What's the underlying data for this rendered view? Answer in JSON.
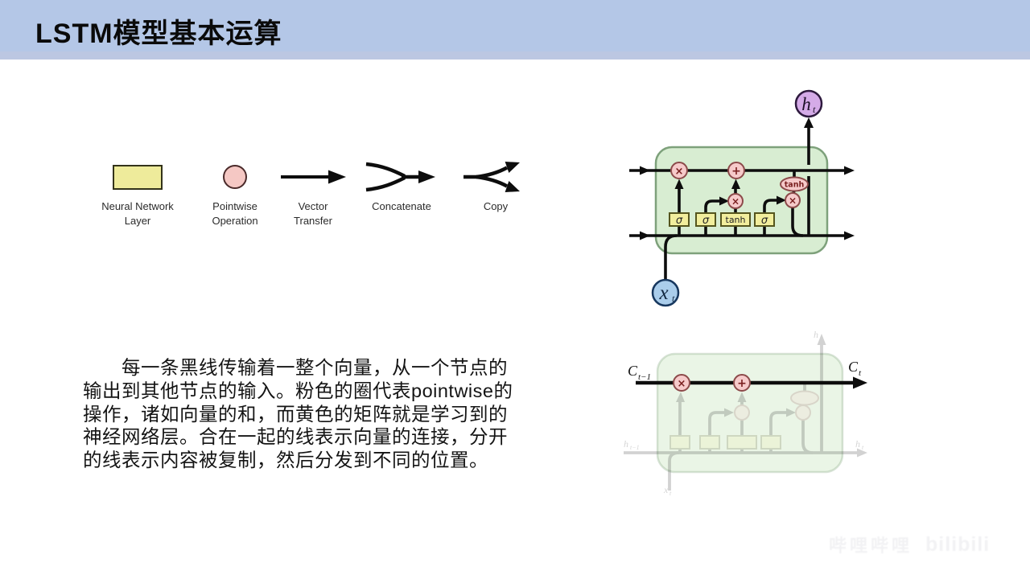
{
  "slide": {
    "title": "LSTM模型基本运算"
  },
  "legend": {
    "items": [
      {
        "id": "neural-network-layer",
        "lines": [
          "Neural Network",
          "Layer"
        ]
      },
      {
        "id": "pointwise-operation",
        "lines": [
          "Pointwise",
          "Operation"
        ]
      },
      {
        "id": "vector-transfer",
        "lines": [
          "Vector",
          "Transfer"
        ]
      },
      {
        "id": "concatenate",
        "lines": [
          "Concatenate"
        ]
      },
      {
        "id": "copy",
        "lines": [
          "Copy"
        ]
      }
    ]
  },
  "paragraph": {
    "lines": [
      "每一条黑线传输着一整个向量，从一个节点的",
      "输出到其他节点的输入。粉色的圈代表pointwise的",
      "操作，诸如向量的和，而黄色的矩阵就是学习到的",
      "神经网络层。合在一起的线表示向量的连接，分开",
      "的线表示内容被复制，然后分发到不同的位置。"
    ]
  },
  "lstm": {
    "gate1": "σ",
    "gate2": "σ",
    "gate3": "tanh",
    "gate4": "σ",
    "op_multiply": "×",
    "op_add": "+",
    "op_tanh": "tanh",
    "input_var": "x",
    "input_sub": "t",
    "output_var": "h",
    "output_sub": "t"
  },
  "cell_state": {
    "left_var": "C",
    "left_sub": "t−1",
    "right_var": "C",
    "right_sub": "t",
    "op_multiply": "×",
    "op_add": "+",
    "faded_top_var": "h",
    "faded_top_sub": "t",
    "faded_left_var": "h",
    "faded_left_sub": "t−1",
    "faded_right_var": "h",
    "faded_right_sub": "t",
    "faded_input_var": "x",
    "faded_input_sub": "t"
  },
  "watermark": {
    "prefix": "哔哩哔哩",
    "brand": "bilibili"
  },
  "colors": {
    "header_bg": "#b4c7e7",
    "cell_fill": "#d8edd2",
    "cell_border": "#7ea17b",
    "gate_fill": "#f2ee9d",
    "gate_border": "#55551e",
    "op_fill": "#f6caca",
    "op_border": "#8c4a4a",
    "op_text": "#7a2020",
    "input_fill": "#aacdeb",
    "input_border": "#17375e",
    "output_fill": "#d5abe8",
    "output_border": "#2e1a3e",
    "line": "#0d0d0d"
  }
}
